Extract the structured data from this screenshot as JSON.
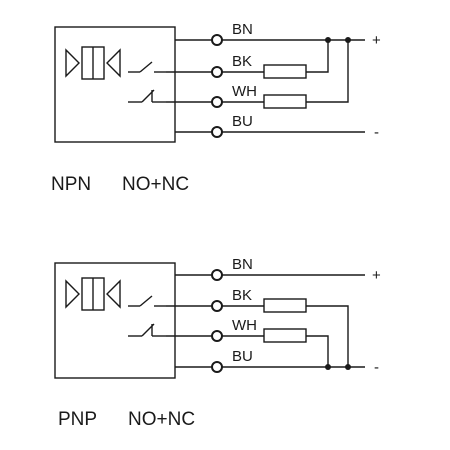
{
  "diagrams": [
    {
      "caption_type": "NPN",
      "caption_mode": "NO+NC",
      "wires": [
        "BN",
        "BK",
        "WH",
        "BU"
      ],
      "positive_label": "+",
      "negative_label": "-"
    },
    {
      "caption_type": "PNP",
      "caption_mode": "NO+NC",
      "wires": [
        "BN",
        "BK",
        "WH",
        "BU"
      ],
      "positive_label": "+",
      "negative_label": "-"
    }
  ],
  "colors": {
    "line": "#1a1a1a",
    "background": "#ffffff"
  }
}
